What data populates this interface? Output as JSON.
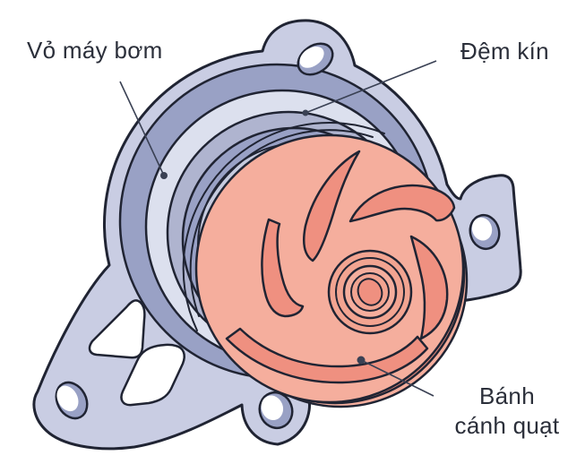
{
  "labels": {
    "casing": "Vỏ máy bơm",
    "seal": "Đệm kín",
    "impeller_lines": [
      "Bánh",
      "cánh quạt"
    ]
  },
  "colors": {
    "background": "#ffffff",
    "outline": "#202433",
    "label_text": "#2b2f3a",
    "leader_line": "#3a4154",
    "casing_light": "#c9cde3",
    "casing_medium": "#99a1c5",
    "casing_pale": "#dce0ee",
    "casing_gray": "#afb4cf",
    "casing_soft": "#c5cade",
    "impeller_base": "#f5ae9d",
    "impeller_blade": "#ef9080",
    "impeller_hub": "#f2a491"
  }
}
